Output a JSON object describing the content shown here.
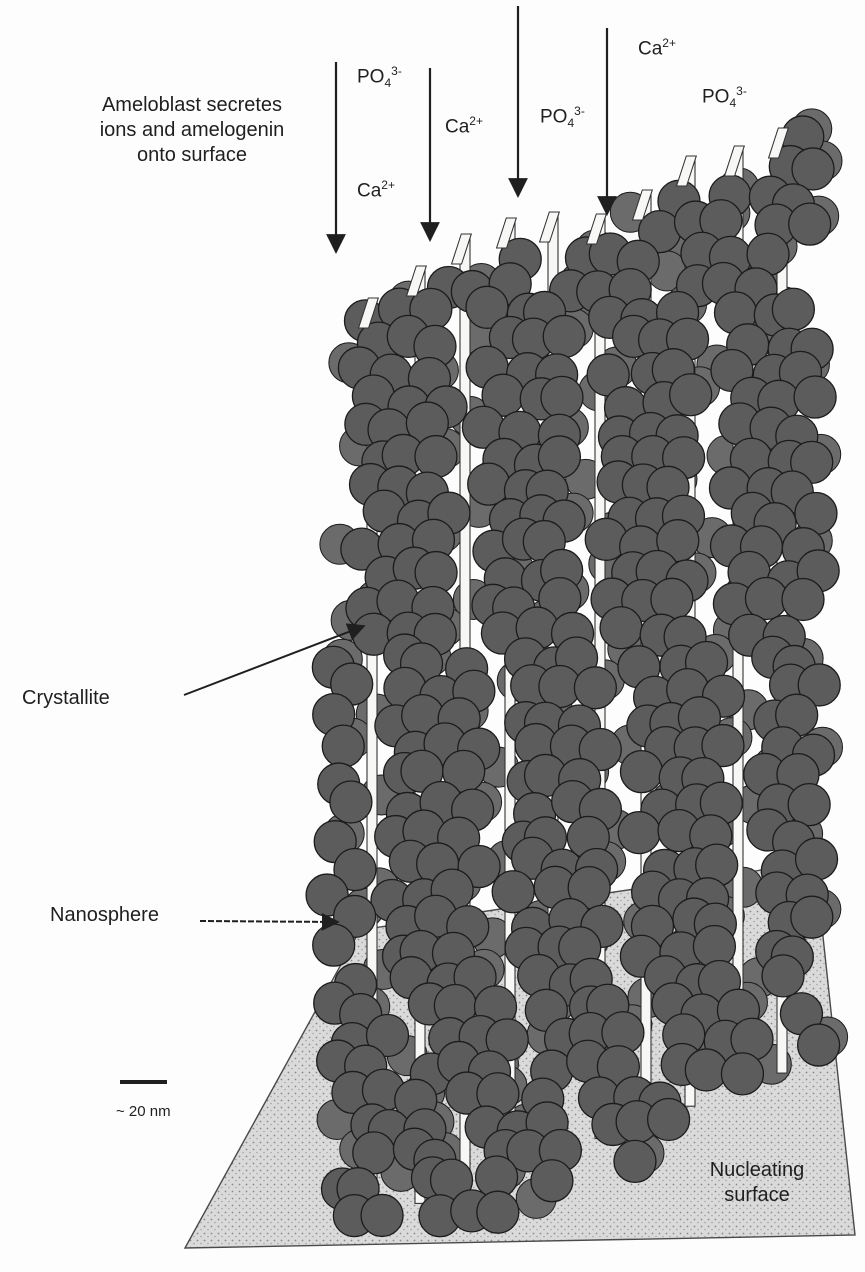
{
  "labels": {
    "secretion": "Ameloblast secretes ions and amelogenin onto surface",
    "crystallite": "Crystallite",
    "nanosphere": "Nanosphere",
    "scale": "~ 20 nm",
    "nucleating_surface": "Nucleating surface"
  },
  "ions": [
    {
      "base": "PO",
      "sub": "4",
      "sup": "3-"
    },
    {
      "base": "Ca",
      "sub": "",
      "sup": "2+"
    },
    {
      "base": "Ca",
      "sub": "",
      "sup": "2+"
    },
    {
      "base": "PO",
      "sub": "4",
      "sup": "3-"
    },
    {
      "base": "Ca",
      "sub": "",
      "sup": "2+"
    },
    {
      "base": "PO",
      "sub": "4",
      "sup": "3-"
    }
  ],
  "colors": {
    "nanosphere_fill": "#5c5c5c",
    "nanosphere_stroke": "#1c1c1c",
    "crystallite_fill": "#f7f7f5",
    "surface_fill": "#d9d9d9",
    "ink": "#1f1f1f"
  }
}
